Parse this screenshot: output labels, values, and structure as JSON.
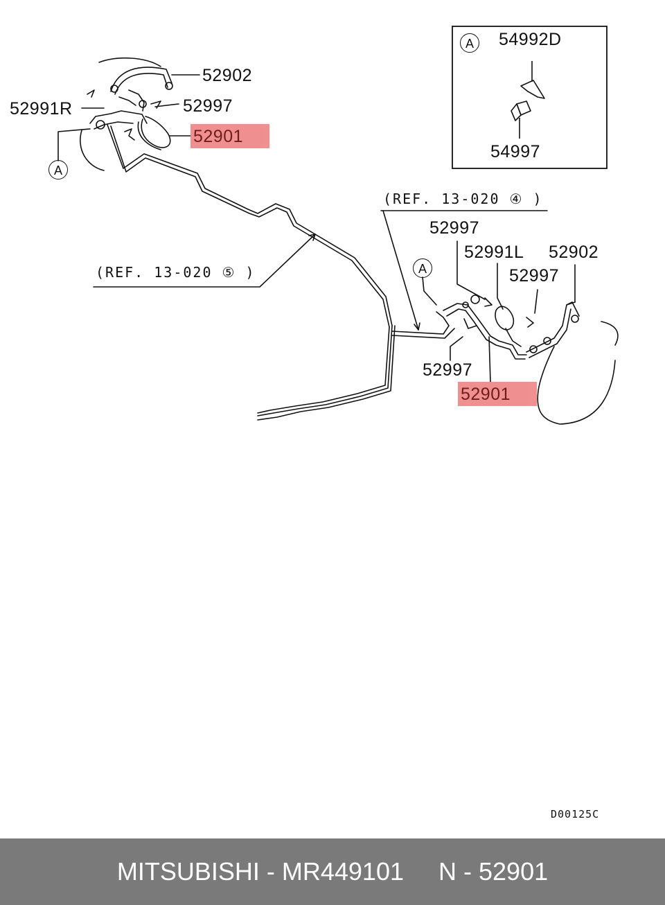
{
  "labels": {
    "l_52902_top": "52902",
    "l_52991r": "52991R",
    "l_52997_top": "52997",
    "l_52901_top": "52901",
    "l_a_left": "A",
    "l_ref5": "(REF. 13-020 ⑤ )",
    "l_ref4": "(REF. 13-020 ④ )",
    "l_52997_mid": "52997",
    "l_52991l": "52991L",
    "l_52902_right": "52902",
    "l_52997_right": "52997",
    "l_a_mid": "A",
    "l_52997_low": "52997",
    "l_52901_low": "52901",
    "inset_a": "A",
    "inset_54992d": "54992D",
    "inset_54997": "54997",
    "diagram_code": "D00125C"
  },
  "highlight_color": "#f08a8a",
  "footer": {
    "text": "MITSUBISHI - MR449101     N - 52901",
    "background": "#7a7a7a"
  }
}
